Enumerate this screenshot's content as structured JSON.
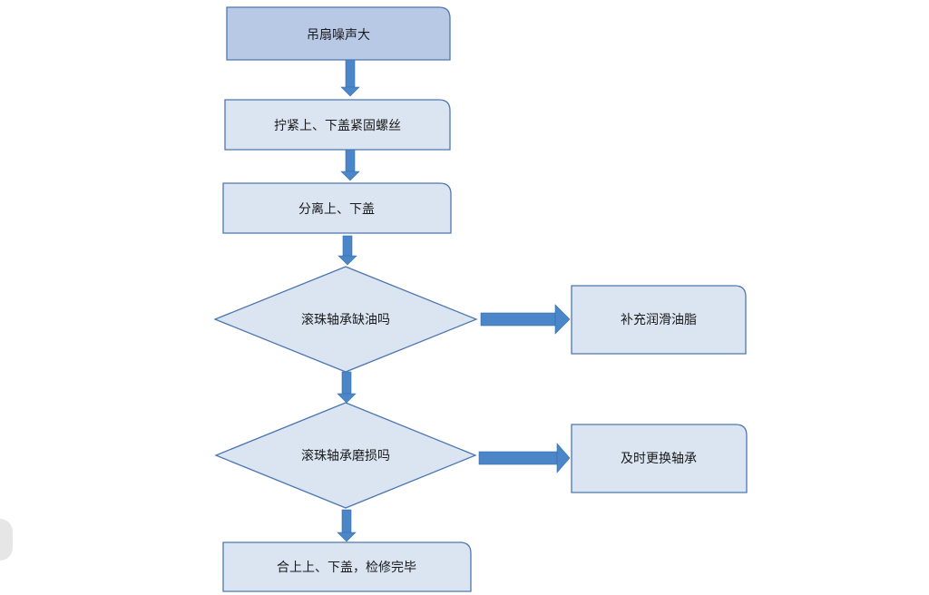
{
  "diagram": {
    "colors": {
      "start_fill": "#b8c9e6",
      "box_fill": "#dbe5f2",
      "box_stroke": "#4d77b0",
      "arrow": "#4a86c8"
    },
    "nodes": {
      "start": "吊扇噪声大",
      "tighten": "拧紧上、下盖紧固螺丝",
      "separate": "分离上、下盖",
      "decision_oil": "滚珠轴承缺油吗",
      "add_grease": "补充润滑油脂",
      "decision_wear": "滚珠轴承磨损吗",
      "replace_bearing": "及时更换轴承",
      "finish": "合上上、下盖，检修完毕"
    }
  }
}
